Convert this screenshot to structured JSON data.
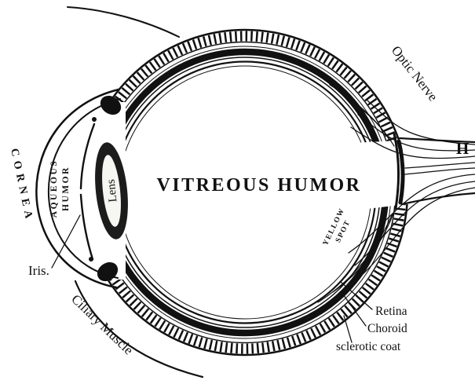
{
  "diagram": {
    "labels": {
      "cornea": "CORNEA",
      "aqueous_humor": [
        "AQUEOUS",
        "HUMOR"
      ],
      "lens": "Lens",
      "vitreous_humor": "VITREOUS HUMOR",
      "iris": "Iris.",
      "ciliary_muscle": "Ciliary Muscle",
      "yellow_spot": [
        "YELLOW",
        "SPOT"
      ],
      "optic_nerve": "Optic Nerve",
      "marker_h": "H",
      "retina": "Retina",
      "choroid": "Choroid",
      "sclerotic_coat": "sclerotic coat"
    },
    "colors": {
      "ink": "#111111",
      "paper": "#ffffff"
    }
  }
}
